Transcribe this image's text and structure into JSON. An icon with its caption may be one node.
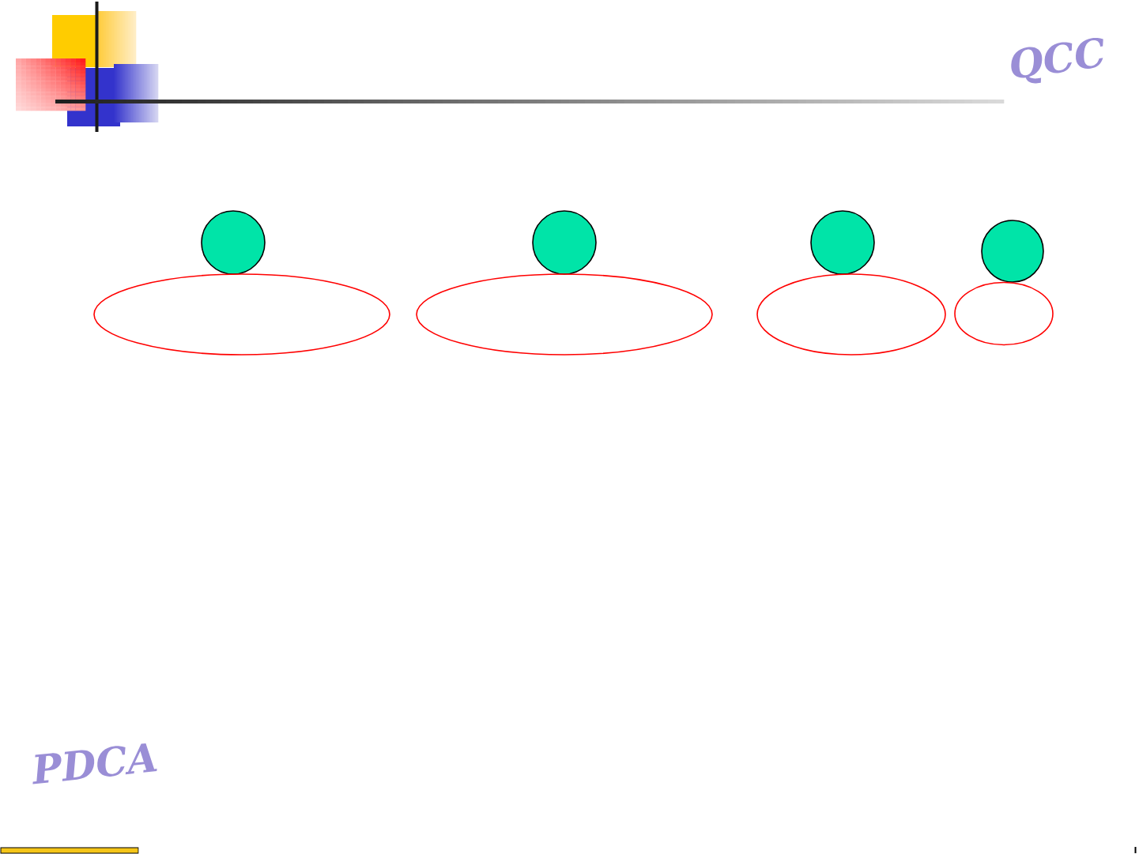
{
  "diagram": {
    "nodes": [
      {
        "text": [],
        "shape": "circle"
      },
      {
        "text": [],
        "shape": "circle"
      },
      {
        "text": [],
        "shape": "circle"
      },
      {
        "text": [],
        "shape": "circle"
      },
      {
        "text": [],
        "shape": "ellipse"
      },
      {
        "text": [],
        "shape": "ellipse"
      },
      {
        "text": [],
        "shape": "ellipse"
      },
      {
        "text": [],
        "shape": "ellipse"
      }
    ],
    "labels": [
      "QCC",
      "PDCA"
    ]
  }
}
